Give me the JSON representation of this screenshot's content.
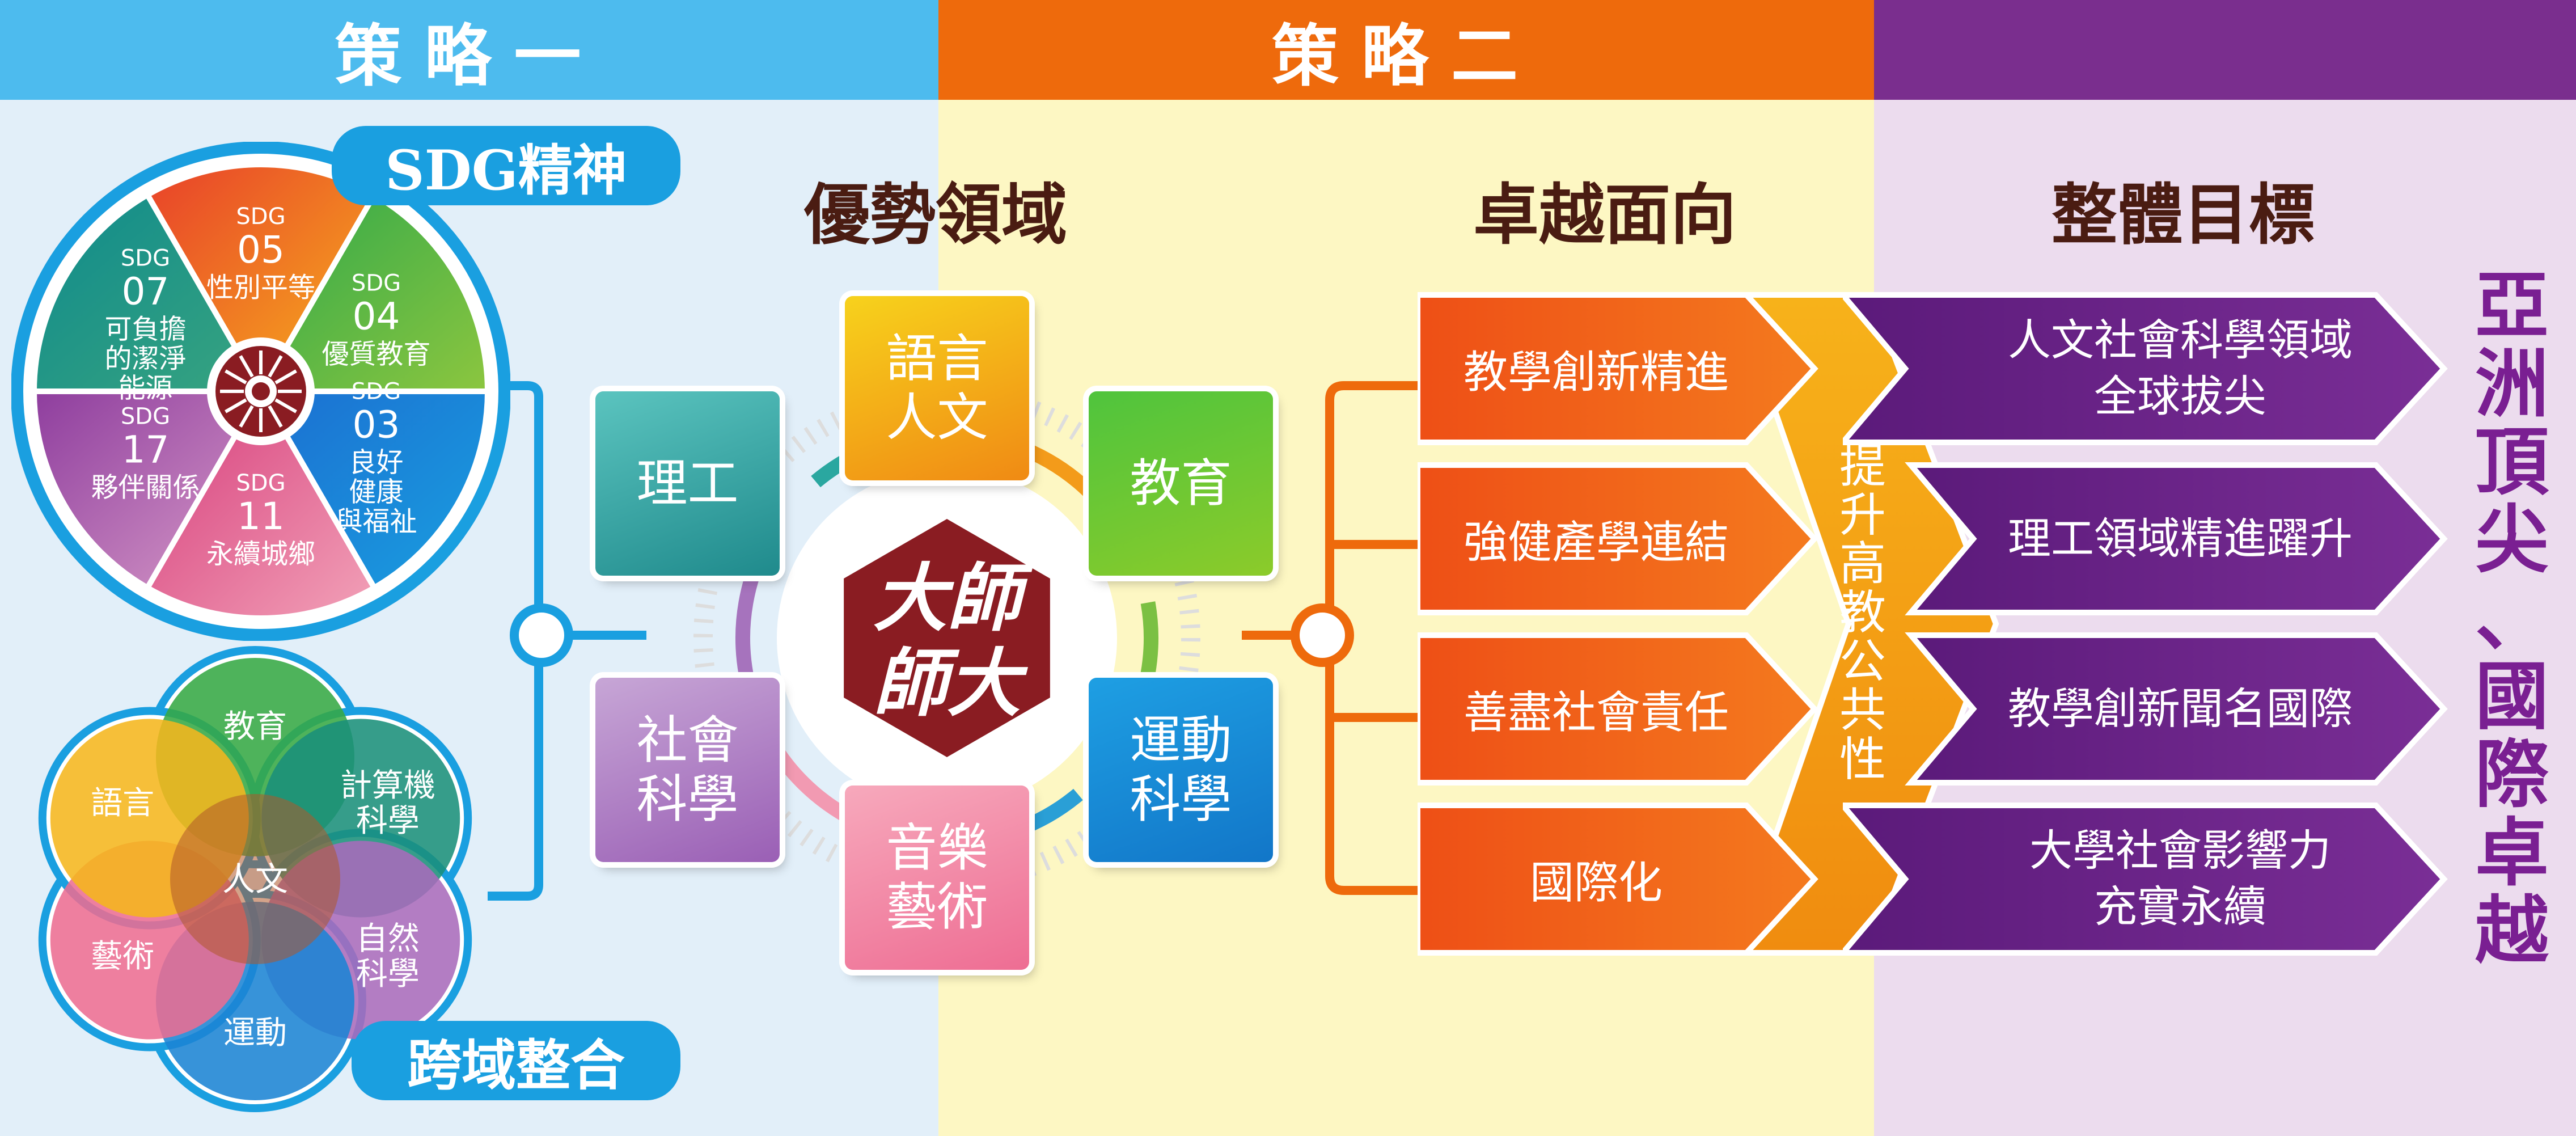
{
  "strategies": {
    "one": "策略一",
    "two": "策略二"
  },
  "columns": {
    "advantage": "優勢領域",
    "excellence": "卓越面向",
    "overall": "整體目標"
  },
  "sdg": {
    "badge": "SDG精神",
    "segments": [
      {
        "tag": "SDG",
        "num": "05",
        "label": "性別平等"
      },
      {
        "tag": "SDG",
        "num": "04",
        "label": "優質教育"
      },
      {
        "tag": "SDG",
        "num": "03",
        "label": "良好健康與福祉",
        "label_lines": [
          "良好",
          "健康",
          "與福祉"
        ]
      },
      {
        "tag": "SDG",
        "num": "11",
        "label": "永續城鄉"
      },
      {
        "tag": "SDG",
        "num": "17",
        "label": "夥伴關係"
      },
      {
        "tag": "SDG",
        "num": "07",
        "label": "可負擔的潔淨能源",
        "label_lines": [
          "可負擔",
          "的潔淨",
          "能源"
        ]
      }
    ]
  },
  "cross": {
    "badge": "跨域整合",
    "center": "人文",
    "petals": [
      {
        "label": "教育"
      },
      {
        "label": "計算機科學",
        "lines": [
          "計算機",
          "科學"
        ]
      },
      {
        "label": "自然科學",
        "lines": [
          "自然",
          "科學"
        ]
      },
      {
        "label": "運動"
      },
      {
        "label": "藝術"
      },
      {
        "label": "語言"
      }
    ]
  },
  "domains": {
    "center_logo": "大師 師大",
    "center_lines": [
      "大師",
      "師大"
    ],
    "tiles": [
      {
        "label": "語言人文",
        "lines": [
          "語言",
          "人文"
        ],
        "color_top": "#f7d21c",
        "color_bottom": "#f08a14"
      },
      {
        "label": "教育",
        "lines": [
          "教育"
        ],
        "color_top": "#4fc43d",
        "color_bottom": "#8ccb2a"
      },
      {
        "label": "運動科學",
        "lines": [
          "運動",
          "科學"
        ],
        "color_top": "#1e9fe3",
        "color_bottom": "#1276c8"
      },
      {
        "label": "音樂藝術",
        "lines": [
          "音樂",
          "藝術"
        ],
        "color_top": "#f7a9bc",
        "color_bottom": "#ee6d93"
      },
      {
        "label": "社會科學",
        "lines": [
          "社會",
          "科學"
        ],
        "color_top": "#c7a6d6",
        "color_bottom": "#9a5fb5"
      },
      {
        "label": "理工",
        "lines": [
          "理工"
        ],
        "color_top": "#5bc4bf",
        "color_bottom": "#1f8a8c"
      }
    ]
  },
  "excellence": {
    "items": [
      "教學創新精進",
      "強健產學連結",
      "善盡社會責任",
      "國際化"
    ],
    "center_arrow": "提升高教公共性"
  },
  "goals": {
    "items": [
      {
        "label": "人文社會科學領域全球拔尖",
        "lines": [
          "人文社會科學領域",
          "全球拔尖"
        ]
      },
      {
        "label": "理工領域精進躍升",
        "lines": [
          "理工領域精進躍升"
        ]
      },
      {
        "label": "教學創新聞名國際",
        "lines": [
          "教學創新聞名國際"
        ]
      },
      {
        "label": "大學社會影響力充實永續",
        "lines": [
          "大學社會影響力",
          "充實永續"
        ]
      }
    ],
    "vision": "亞洲頂尖、國際卓越"
  },
  "colors": {
    "strategy_one": "#4dbbee",
    "strategy_two": "#ee6a0c",
    "goal_band": "#7a2e8e",
    "bg_left": "#e2eff9",
    "bg_mid": "#fdf7c3",
    "bg_right": "#ecdcee",
    "badge_blue": "#1a9fe0",
    "connector_blue": "#1a9fe0",
    "connector_orange": "#ee6a0c",
    "orange_arrow": "#ef5b1a",
    "center_arrow": "#f5a00f",
    "purple_arrow": "#6b2289",
    "vision_text": "#7a1f92",
    "logo_red": "#8a1c22"
  }
}
